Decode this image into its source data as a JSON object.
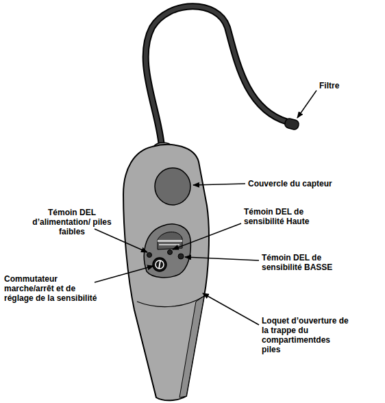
{
  "diagram": {
    "labels": [
      "Filtre",
      "Couvercle du capteur",
      "Témoin DEL d’alimentation/ piles faibles",
      "Témoin DEL de sensibilité Haute",
      "Témoin DEL de sensibilité BASSE",
      "Commutateur marche/arrêt et de réglage de la sensibilité",
      "Loquet d’ouverture de la trappe du compartimentdes piles"
    ]
  }
}
